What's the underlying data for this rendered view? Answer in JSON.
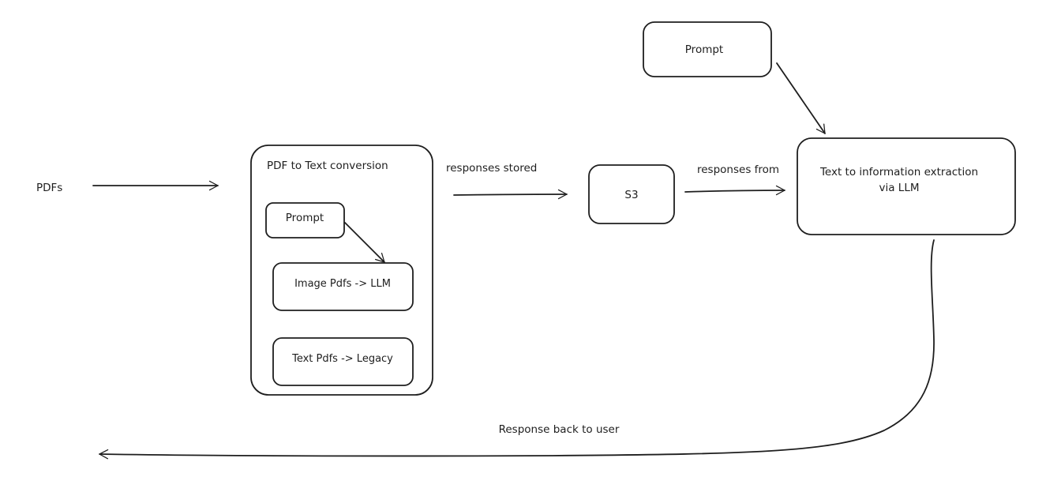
{
  "diagram": {
    "nodes": {
      "pdfs": {
        "label": "PDFs"
      },
      "conversion": {
        "label": "PDF to Text conversion"
      },
      "inner_prompt": {
        "label": "Prompt"
      },
      "image_pdfs": {
        "label": "Image Pdfs -> LLM"
      },
      "text_pdfs": {
        "label": "Text Pdfs -> Legacy"
      },
      "s3": {
        "label": "S3"
      },
      "top_prompt": {
        "label": "Prompt"
      },
      "extraction": {
        "label_line1": "Text to information extraction",
        "label_line2": "via LLM"
      }
    },
    "edges": {
      "pdfs_to_conversion": {
        "from": "pdfs",
        "to": "conversion",
        "label": ""
      },
      "prompt_to_image": {
        "from": "inner_prompt",
        "to": "image_pdfs",
        "label": ""
      },
      "conversion_to_s3": {
        "from": "conversion",
        "to": "s3",
        "label": "responses stored"
      },
      "s3_to_extraction": {
        "from": "s3",
        "to": "extraction",
        "label": "responses from"
      },
      "prompt_to_extraction": {
        "from": "top_prompt",
        "to": "extraction",
        "label": ""
      },
      "extraction_to_user": {
        "from": "extraction",
        "to": "user",
        "label": "Response back to user"
      }
    },
    "colors": {
      "stroke": "#1e1e1e",
      "background": "#ffffff"
    }
  }
}
